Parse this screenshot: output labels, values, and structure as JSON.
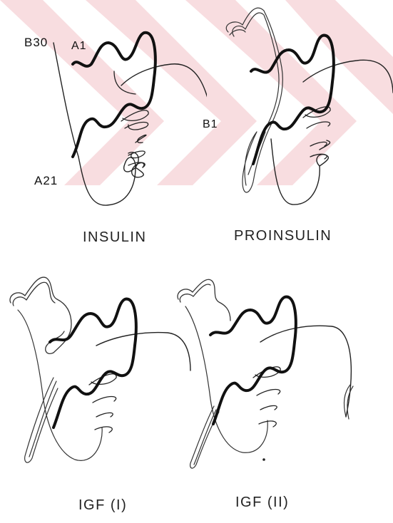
{
  "figure": {
    "labels": {
      "b30": "B30",
      "a1": "A1",
      "b1": "B1",
      "a21": "A21"
    },
    "captions": {
      "insulin": "INSULIN",
      "proinsulin": "PROINSULIN",
      "igf1": "IGF (I)",
      "igf2": "IGF (II)"
    },
    "colors": {
      "background": "#ffffff",
      "watermark": "#f6d6d9",
      "line": "#111111"
    }
  }
}
